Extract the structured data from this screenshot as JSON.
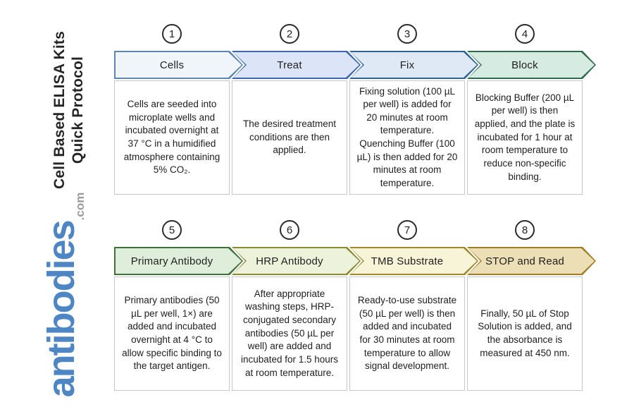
{
  "sidebar": {
    "title_line1": "Cell Based ELISA Kits",
    "title_line2": "Quick Protocol",
    "logo_text": "antibodies",
    "logo_suffix": ".com",
    "logo_color": "#4d86c3"
  },
  "steps": [
    {
      "number": "1",
      "label": "Cells",
      "fill": "#f0f5fa",
      "border": "#5d87b0",
      "description": "Cells are seeded into microplate wells and incubated overnight at 37 °C in a humidified atmosphere containing 5% CO₂."
    },
    {
      "number": "2",
      "label": "Treat",
      "fill": "#dce4f7",
      "border": "#3c66b0",
      "description": "The desired treatment conditions are then applied."
    },
    {
      "number": "3",
      "label": "Fix",
      "fill": "#dfe9f5",
      "border": "#2e6492",
      "description": "Fixing solution (100 µL per well) is added for 20 minutes at room temperature. Quenching Buffer (100 µL) is then added for 20 minutes at room temperature."
    },
    {
      "number": "4",
      "label": "Block",
      "fill": "#d6ece2",
      "border": "#2f6a4d",
      "description": "Blocking Buffer (200 µL per well) is then applied, and the plate is incubated for 1 hour at room temperature to reduce non-specific binding."
    },
    {
      "number": "5",
      "label": "Primary Antibody",
      "fill": "#deeeda",
      "border": "#41713a",
      "description": "Primary antibodies (50 µL per well, 1×) are added and incubated overnight at 4 °C to allow specific binding to the target antigen."
    },
    {
      "number": "6",
      "label": "HRP Antibody",
      "fill": "#edf3da",
      "border": "#8a8a33",
      "description": "After appropriate washing steps, HRP-conjugated secondary antibodies (50 µL per well) are added and incubated for 1.5 hours at room temperature."
    },
    {
      "number": "7",
      "label": "TMB Substrate",
      "fill": "#f8f4d7",
      "border": "#a3872d",
      "description": "Ready-to-use substrate (50 µL per well) is then added and incubated for 30 minutes at room temperature to allow signal development."
    },
    {
      "number": "8",
      "label": "STOP and Read",
      "fill": "#ecdfb5",
      "border": "#a17d28",
      "description": "Finally, 50 µL of Stop Solution is added, and the absorbance is measured at 450 nm."
    }
  ]
}
